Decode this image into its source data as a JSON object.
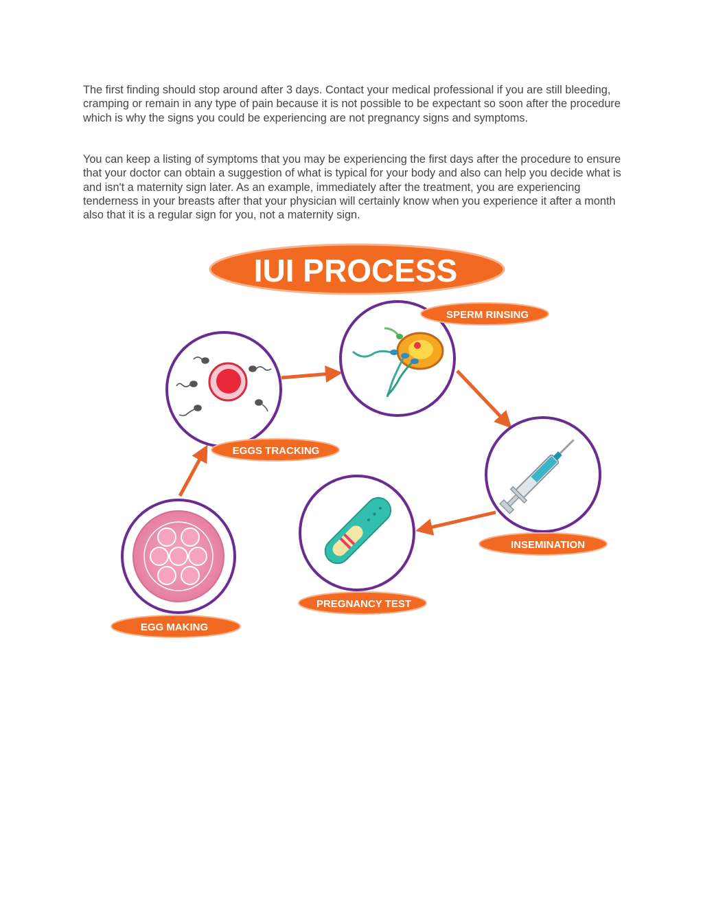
{
  "document": {
    "paragraph_1": "The first finding should stop around after 3 days. Contact your medical professional if you are still bleeding, cramping or remain in any type of pain because it is not possible to be expectant so soon after the procedure which is why the signs you could be experiencing are not pregnancy signs and symptoms.",
    "paragraph_2": "You can keep a listing of symptoms that you may be experiencing the first days after the procedure to ensure that your doctor can obtain a suggestion of what is typical for your body and also can help you decide what is and isn't a maternity sign later. As an example, immediately after the treatment, you are experiencing tenderness in your breasts after that your physician will certainly know when you experience it after a month also that it is a regular sign for you, not a maternity sign."
  },
  "diagram": {
    "title": "IUI PROCESS",
    "steps": {
      "egg_making": "EGG MAKING",
      "eggs_tracking": "EGGS TRACKING",
      "sperm_rinsing": "SPERM RINSING",
      "insemination": "INSEMINATION",
      "pregnancy_test": "PREGNANCY TEST"
    },
    "colors": {
      "accent": "#f26a21",
      "circle_border": "#6a2c91",
      "arrow": "#e8632a"
    }
  }
}
